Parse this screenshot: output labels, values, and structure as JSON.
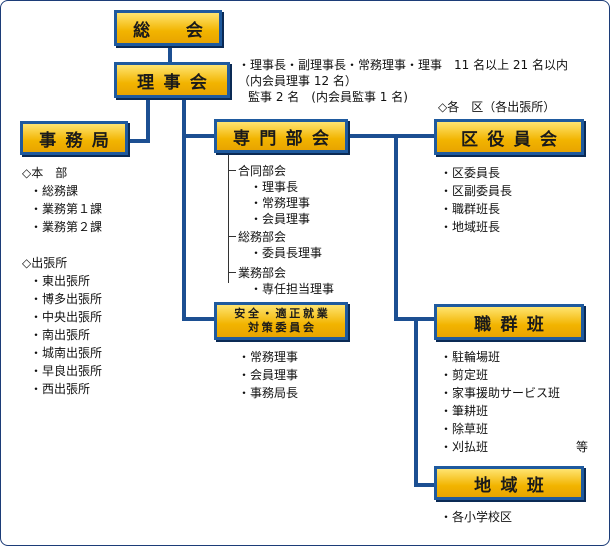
{
  "nodes": {
    "sokai": "総　会",
    "rijikai": "理事会",
    "jimukyoku": "事務局",
    "senmonbukai": "専門部会",
    "kuyakuinkai": "区役員会",
    "anzen_line1": "安全・適正就業",
    "anzen_line2": "対策委員会",
    "shokugunhan": "職群班",
    "chiikihan": "地域班"
  },
  "rijikai_note": {
    "line1": "・理事長・副理事長・常務理事・理事　11 名以上 21 名以内",
    "line2": "（内会員理事 12 名）",
    "line3": "監事 2 名　(内会員監事 1 名)"
  },
  "jimukyoku_list": {
    "honbu_head": "◇本　部",
    "honbu_items": [
      "・総務課",
      "・業務第１課",
      "・業務第２課"
    ],
    "shutchojo_head": "◇出張所",
    "shutchojo_items": [
      "・東出張所",
      "・博多出張所",
      "・中央出張所",
      "・南出張所",
      "・城南出張所",
      "・早良出張所",
      "・西出張所"
    ]
  },
  "senmon_list": {
    "godo_head": "合同部会",
    "godo_items": [
      "・理事長",
      "・常務理事",
      "・会員理事"
    ],
    "somu_head": "総務部会",
    "somu_items": [
      "・委員長理事"
    ],
    "gyomu_head": "業務部会",
    "gyomu_items": [
      "・専任担当理事"
    ]
  },
  "kuyakuin_note": "◇各　区（各出張所）",
  "kuyakuin_items": [
    "・区委員長",
    "・区副委員長",
    "・職群班長",
    "・地域班長"
  ],
  "anzen_items": [
    "・常務理事",
    "・会員理事",
    "・事務局長"
  ],
  "shokugun_items": [
    "・駐輪場班",
    "・剪定班",
    "・家事援助サービス班",
    "・筆耕班",
    "・除草班",
    "・刈払班"
  ],
  "shokugun_suffix": "等",
  "chiiki_items": [
    "・各小学校区"
  ]
}
